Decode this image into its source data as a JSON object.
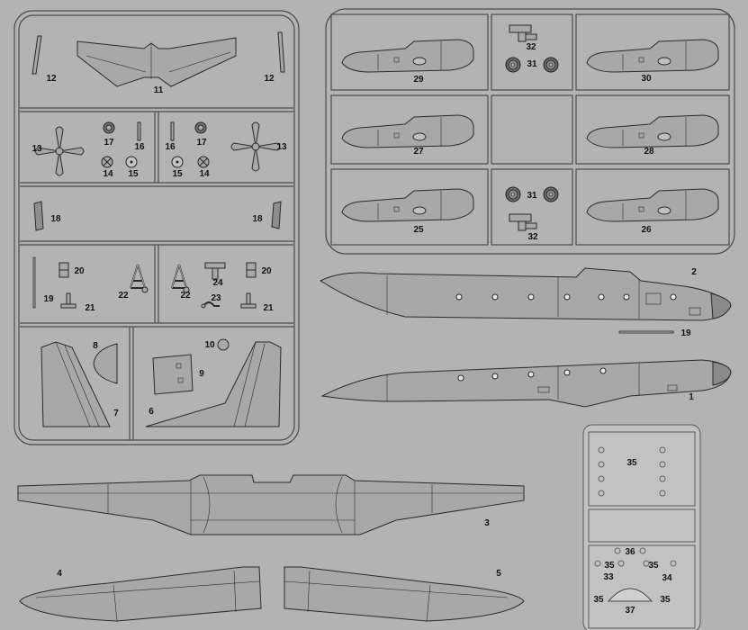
{
  "colors": {
    "background": "#b3b3b3",
    "part_fill": "#a8a8a8",
    "outline": "#2a2a2a",
    "nose_cone": "#8a8a8a",
    "transparent_sprue": "#c2c2c2"
  },
  "labels": {
    "top_sprue": {
      "p12_left": "12",
      "p12_right": "12",
      "p11": "11",
      "p13_left": "13",
      "p13_right": "13",
      "p17_left": "17",
      "p17_right": "17",
      "p16_left": "16",
      "p16_right": "16",
      "p14_left": "14",
      "p14_right": "14",
      "p15_left": "15",
      "p15_right": "15",
      "p18_left": "18",
      "p18_right": "18",
      "p20_left": "20",
      "p20_right": "20",
      "p19": "19",
      "p22_left": "22",
      "p22_right": "22",
      "p21_left": "21",
      "p21_right": "21",
      "p24": "24",
      "p23": "23",
      "p8": "8",
      "p7": "7",
      "p10": "10",
      "p9": "9",
      "p6": "6"
    },
    "engine_sprue": {
      "p29": "29",
      "p32_top": "32",
      "p31_top": "31",
      "p30": "30",
      "p27": "27",
      "p28": "28",
      "p25": "25",
      "p31_bottom": "31",
      "p32_bottom": "32",
      "p26": "26"
    },
    "fuselage": {
      "p2": "2",
      "p19": "19",
      "p1": "1"
    },
    "wings": {
      "p3": "3",
      "p4": "4",
      "p5": "5"
    },
    "clear_sprue": {
      "p35_top": "35",
      "p36": "36",
      "p35_ml": "35",
      "p35_mr": "35",
      "p33": "33",
      "p34": "34",
      "p35_bl": "35",
      "p35_br": "35",
      "p37": "37"
    }
  }
}
